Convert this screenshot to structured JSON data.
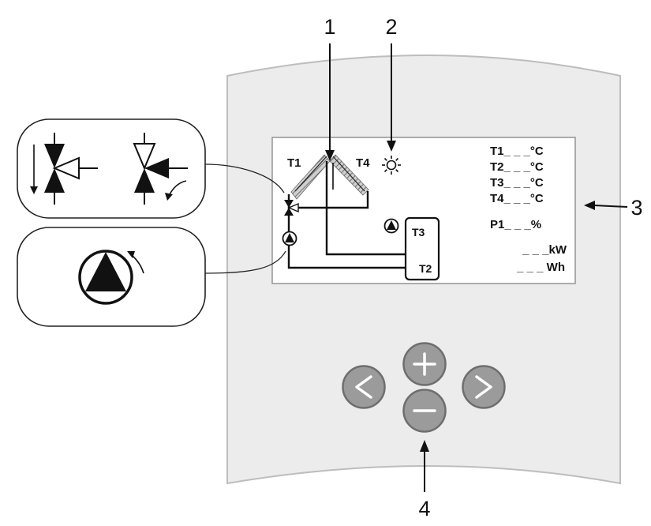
{
  "callouts": {
    "c1": "1",
    "c2": "2",
    "c3": "3",
    "c4": "4"
  },
  "display": {
    "sensor_t1": "T1",
    "sensor_t4": "T4",
    "tank_t3": "T3",
    "tank_t2": "T2",
    "readings": [
      "T1_ _ _°C",
      "T2_ _ _°C",
      "T3_ _ _°C",
      "T4_ _ _°C"
    ],
    "power": "P1_ _ _%",
    "kw": "_ _ _kW",
    "wh": "_ _ _ Wh"
  },
  "icons": {
    "sun": "sun-icon",
    "pump": "pump-icon",
    "valve": "three-way-valve-icon"
  },
  "colors": {
    "housing": "#ececec",
    "housing_border": "#bdbdbd",
    "button_fill": "#9b9b9b",
    "button_border": "#6e6e6e",
    "collector_hatch": "#8a8a8a"
  }
}
